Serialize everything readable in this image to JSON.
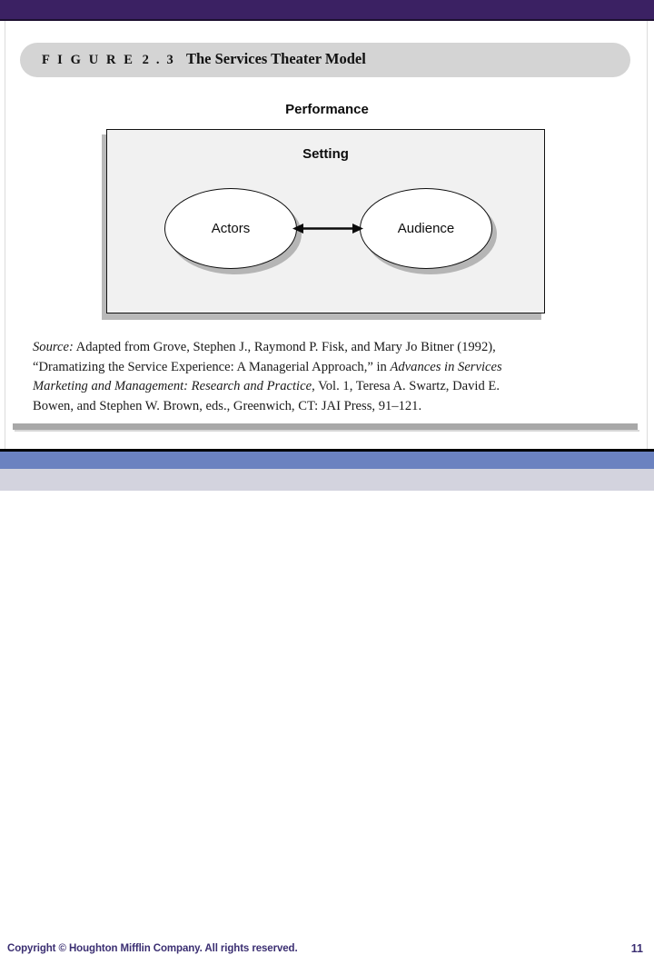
{
  "slide": {
    "page_number": "11"
  },
  "theme": {
    "top_bar_color": "#3b2163",
    "footer_blue": "#6b82c0",
    "footer_bar": "#d3d3de",
    "footer_text_color": "#3b2f72",
    "caption_pill": "#d4d4d4",
    "setting_box_fill": "#f1f1f1"
  },
  "figure": {
    "caption_label": "F I G U R E",
    "caption_number": "2 . 3",
    "caption_title": "The Services Theater Model"
  },
  "diagram": {
    "performance_label": "Performance",
    "setting_label": "Setting",
    "nodes": [
      {
        "id": "actors",
        "label": "Actors"
      },
      {
        "id": "audience",
        "label": "Audience"
      }
    ],
    "connector": {
      "name": "double-headed-arrow",
      "from": "actors",
      "to": "audience",
      "bidirectional": true
    }
  },
  "source": {
    "prefix": "Source:",
    "line1_rest": " Adapted from Grove, Stephen J., Raymond P. Fisk, and Mary Jo Bitner (1992),",
    "line2_plain": "“Dramatizing the Service Experience: A Managerial Approach,” in ",
    "line2_italic": "Advances in Services",
    "line3_italic": "Marketing and Management: Research and Practice",
    "line3_plain": ", Vol. 1, Teresa A. Swartz, David E.",
    "line4": "Bowen, and Stephen W. Brown, eds., Greenwich, CT: JAI Press, 91–121."
  },
  "footer": {
    "copyright": "Copyright © Houghton Mifflin Company. All rights reserved."
  }
}
